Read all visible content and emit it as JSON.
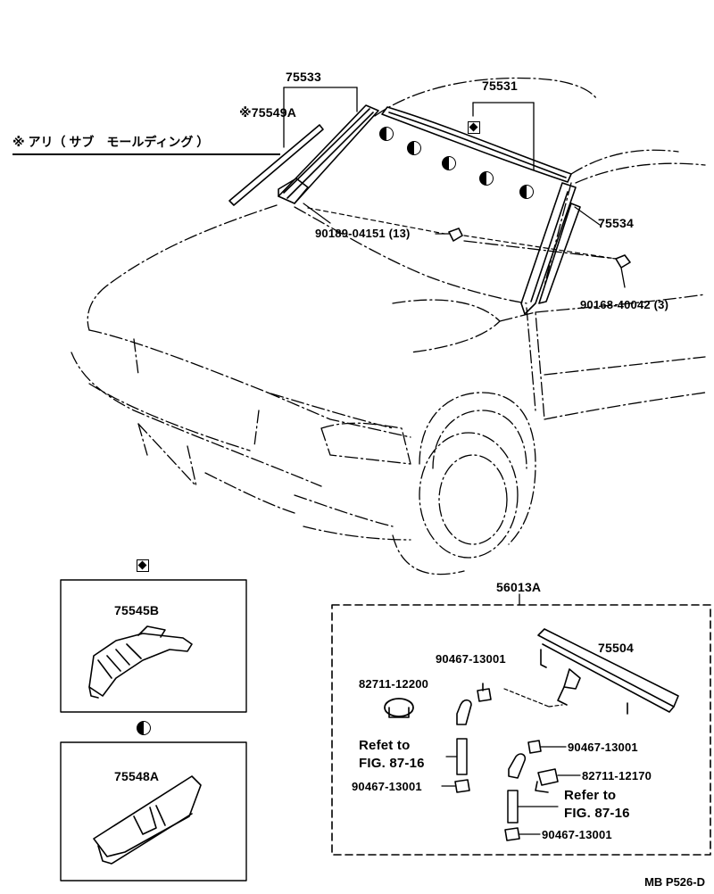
{
  "note": {
    "text": "※ アリ（ サブ　モールディング ）"
  },
  "parts": {
    "p75533": "75533",
    "p75549A": "※75549A",
    "p75531": "75531",
    "p75534": "75534",
    "p90189": "90189-04151 (13)",
    "p90168": "90168-40042 (3)",
    "p75545B": "75545B",
    "p75548A": "75548A",
    "p56013A": "56013A",
    "p75504": "75504",
    "p90467_a": "90467-13001",
    "p82711_12200": "82711-12200",
    "p90467_b": "90467-13001",
    "p82711_12170": "82711-12170",
    "p90467_c": "90467-13001",
    "p90467_d": "90467-13001"
  },
  "refer": {
    "left_line1": "Refet to",
    "left_line2": "FIG. 87-16",
    "right_line1": "Refer to",
    "right_line2": "FIG. 87-16"
  },
  "footer": {
    "code": "MB  P526-D"
  },
  "symbols": {
    "diamond": "diamond-square-symbol",
    "half_circle": "half-filled-circle-symbol"
  }
}
